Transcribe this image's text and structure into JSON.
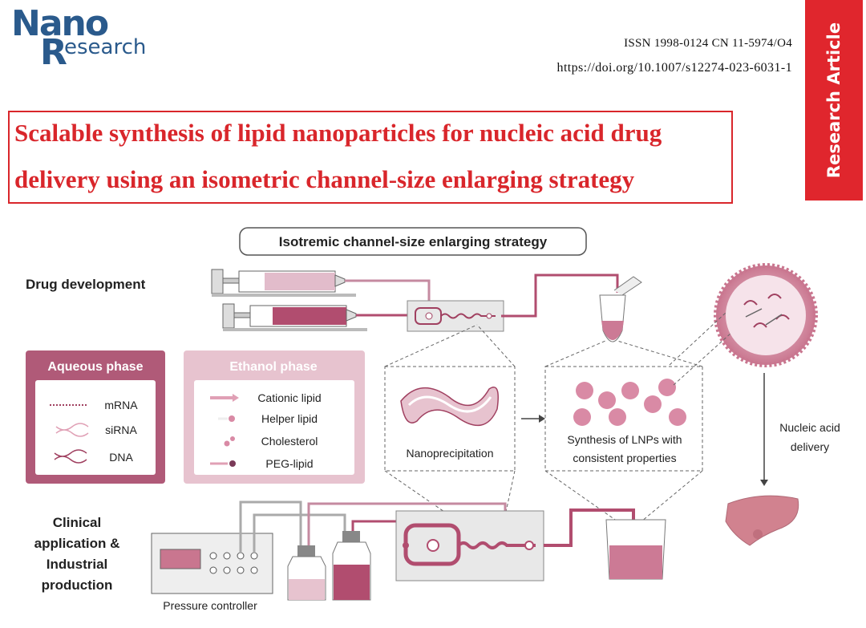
{
  "logo": {
    "n_ano": "Nano",
    "r": "R",
    "esearch": "esearch"
  },
  "header": {
    "issn": "ISSN 1998-0124    CN 11-5974/O4",
    "doi": "https://doi.org/10.1007/s12274-023-6031-1",
    "ribbon": "Research Article"
  },
  "title": {
    "line1": "Scalable synthesis of lipid nanoparticles for nucleic acid drug",
    "line2": "delivery using an isometric channel-size enlarging strategy"
  },
  "diagram": {
    "strategy_label": "Isotremic channel-size enlarging strategy",
    "drug_development": "Drug development",
    "aqueous": {
      "title": "Aqueous phase",
      "items": [
        "mRNA",
        "siRNA",
        "DNA"
      ]
    },
    "ethanol": {
      "title": "Ethanol phase",
      "items": [
        "Cationic lipid",
        "Helper lipid",
        "Cholesterol",
        "PEG-lipid"
      ]
    },
    "nanoprecipitation": "Nanoprecipitation",
    "lnp_line1": "Synthesis of LNPs with",
    "lnp_line2": "consistent properties",
    "delivery_line1": "Nucleic acid",
    "delivery_line2": "delivery",
    "clinical_line1": "Clinical",
    "clinical_line2": "application &",
    "clinical_line3": "Industrial",
    "clinical_line4": "production",
    "pressure_controller": "Pressure controller"
  },
  "colors": {
    "accent": "#d9262b",
    "brand": "#2a5a8c",
    "rose": "#b05a78",
    "light_rose": "#e7c3cf"
  }
}
